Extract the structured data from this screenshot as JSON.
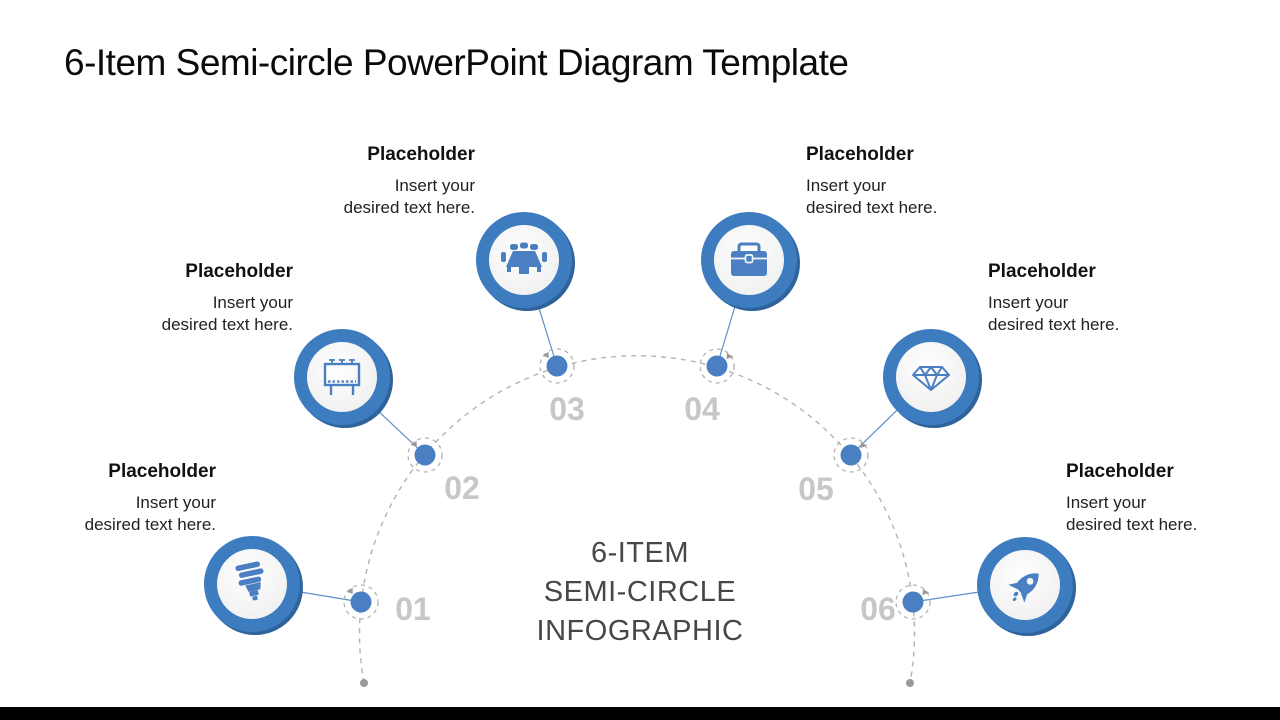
{
  "slide": {
    "title": "6-Item Semi-circle PowerPoint Diagram Template",
    "center_caption": {
      "line1": "6-ITEM",
      "line2": "SEMI-CIRCLE",
      "line3": "INFOGRAPHIC"
    }
  },
  "items": [
    {
      "number": "01",
      "icon": "cfl-bulb-icon",
      "heading": "Placeholder",
      "body_line1": "Insert your",
      "body_line2": "desired text here."
    },
    {
      "number": "02",
      "icon": "billboard-icon",
      "heading": "Placeholder",
      "body_line1": "Insert your",
      "body_line2": "desired text here."
    },
    {
      "number": "03",
      "icon": "meeting-table-icon",
      "heading": "Placeholder",
      "body_line1": "Insert your",
      "body_line2": "desired text here."
    },
    {
      "number": "04",
      "icon": "briefcase-icon",
      "heading": "Placeholder",
      "body_line1": "Insert your",
      "body_line2": "desired text here."
    },
    {
      "number": "05",
      "icon": "diamond-icon",
      "heading": "Placeholder",
      "body_line1": "Insert your",
      "body_line2": "desired text here."
    },
    {
      "number": "06",
      "icon": "rocket-icon",
      "heading": "Placeholder",
      "body_line1": "Insert your",
      "body_line2": "desired text here."
    }
  ],
  "colors": {
    "title_black": "#0a0a0a",
    "ring_blue": "#3e7cc0",
    "ring_shadow": "#2e639b",
    "dot_blue": "#4a80c2",
    "icon_blue": "#4a7fc1",
    "dashed_gray": "#b3b3b3",
    "number_gray": "#c7c7c7",
    "center_text_gray": "#474747"
  }
}
